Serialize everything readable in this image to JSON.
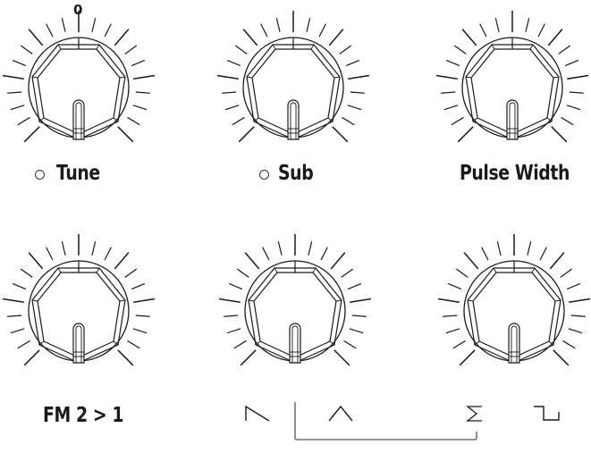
{
  "panel": {
    "knobs": [
      {
        "id": "tune",
        "label": "Tune",
        "has_led": true,
        "center_mark": "0"
      },
      {
        "id": "sub",
        "label": "Sub",
        "has_led": true
      },
      {
        "id": "pulse_width",
        "label": "Pulse Width",
        "has_led": false
      },
      {
        "id": "fm",
        "label": "FM 2 > 1",
        "has_led": false
      },
      {
        "id": "wave_mix_1",
        "label": "",
        "has_led": false
      },
      {
        "id": "wave_mix_2",
        "label": "",
        "has_led": false
      }
    ],
    "waveform_icons": [
      {
        "name": "sawtooth",
        "glyph": "saw"
      },
      {
        "name": "triangle",
        "glyph": "tri"
      },
      {
        "name": "sum",
        "glyph": "Σ"
      },
      {
        "name": "square",
        "glyph": "sq"
      }
    ],
    "colors": {
      "ink": "#1a1a1a",
      "background": "#ffffff",
      "bracket": "#555555"
    }
  }
}
